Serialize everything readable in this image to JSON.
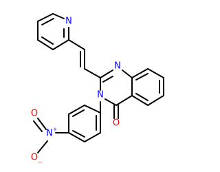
{
  "molecule": {
    "atoms": {
      "pyridine_n": "N",
      "ring_n1": "N",
      "ring_n3": "N",
      "carbonyl_o": "O",
      "nitro_n": "N",
      "nitro_o_top": "O",
      "nitro_o_bottom": "O",
      "plus_charge": "+",
      "minus_charge": "−"
    },
    "colors": {
      "bond": "#000000",
      "nitrogen": "#0000ff",
      "oxygen": "#ff0000"
    }
  }
}
